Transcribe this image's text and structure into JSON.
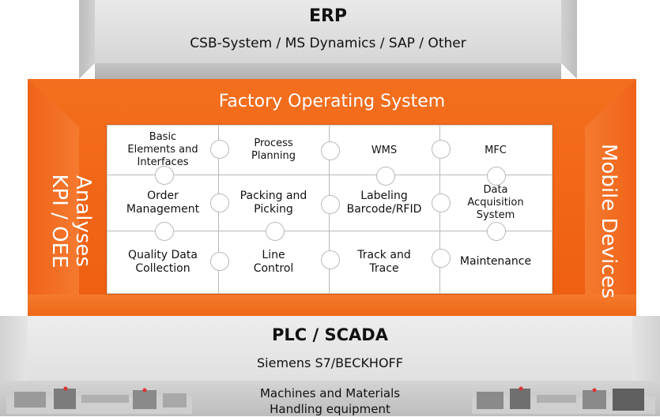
{
  "erp": {
    "title": "ERP",
    "subtitle": "CSB-System / MS Dynamics / SAP / Other"
  },
  "fos": {
    "title": "Factory Operating System",
    "left_label_line1": "Analyses",
    "left_label_line2": "KPI / OEE",
    "right_label": "Mobile Devices"
  },
  "modules": [
    {
      "label": "Basic\nElements and\nInterfaces"
    },
    {
      "label": "Process\nPlanning"
    },
    {
      "label": "WMS"
    },
    {
      "label": "MFC"
    },
    {
      "label": "Order\nManagement"
    },
    {
      "label": "Packing and\nPicking"
    },
    {
      "label": "Labeling\nBarcode/RFID"
    },
    {
      "label": "Data\nAcquisition\nSystem"
    },
    {
      "label": "Quality Data\nCollection"
    },
    {
      "label": "Line\nControl"
    },
    {
      "label": "Track and\nTrace"
    },
    {
      "label": "Maintenance"
    }
  ],
  "plc": {
    "title": "PLC / SCADA",
    "subtitle": "Siemens S7/BECKHOFF",
    "machines_line1": "Machines and Materials",
    "machines_line2": "Handling equipment"
  },
  "colors": {
    "orange": "#f26a1b",
    "grey_light": "#e6e6e6",
    "grey_dark": "#bdbdbd"
  }
}
